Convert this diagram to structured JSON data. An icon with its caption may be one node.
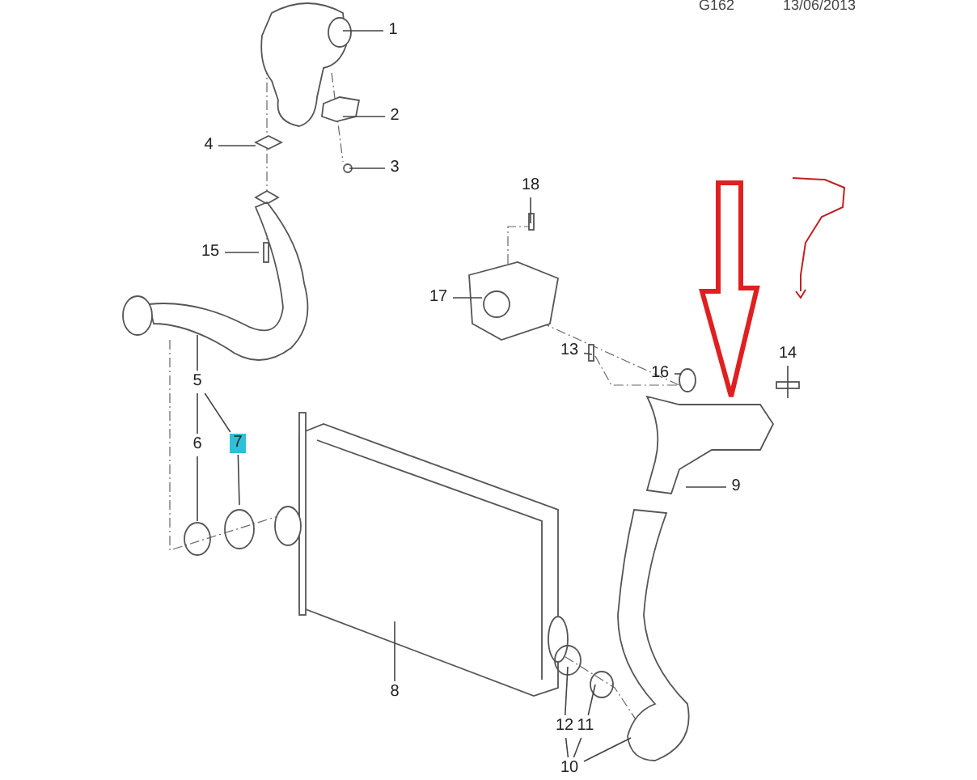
{
  "diagram": {
    "nodes": [
      {
        "text": [
          "1"
        ]
      },
      {
        "text": [
          "2"
        ]
      },
      {
        "text": [
          "4"
        ]
      },
      {
        "text": [
          "3"
        ]
      },
      {
        "text": [
          "18"
        ]
      },
      {
        "text": [
          "15"
        ]
      },
      {
        "text": [
          "17"
        ]
      },
      {
        "text": [
          "13"
        ]
      },
      {
        "text": [
          "14"
        ]
      },
      {
        "text": [
          "16"
        ]
      },
      {
        "text": [
          "5"
        ]
      },
      {
        "text": [
          "6"
        ]
      },
      {
        "text": [
          "7"
        ]
      },
      {
        "text": [
          "9"
        ]
      },
      {
        "text": [
          "8"
        ]
      },
      {
        "text": [
          "12"
        ]
      },
      {
        "text": [
          "11"
        ]
      },
      {
        "text": [
          "10"
        ]
      }
    ],
    "edges": [
      {
        "from": 0,
        "to": null,
        "arrow": "none"
      },
      {
        "from": 1,
        "to": null,
        "arrow": "none"
      },
      {
        "from": 2,
        "to": null,
        "arrow": "none"
      },
      {
        "from": 3,
        "to": null,
        "arrow": "none"
      },
      {
        "from": 4,
        "to": null,
        "arrow": "none"
      },
      {
        "from": 5,
        "to": null,
        "arrow": "none"
      },
      {
        "from": 6,
        "to": null,
        "arrow": "none"
      },
      {
        "from": 7,
        "to": null,
        "arrow": "none"
      },
      {
        "from": 8,
        "to": null,
        "arrow": "none"
      },
      {
        "from": 9,
        "to": null,
        "arrow": "none"
      },
      {
        "from": 10,
        "to": null,
        "arrow": "none"
      },
      {
        "from": 10,
        "to": 11,
        "arrow": "none"
      },
      {
        "from": 10,
        "to": 12,
        "arrow": "none"
      },
      {
        "from": 11,
        "to": null,
        "arrow": "none"
      },
      {
        "from": 12,
        "to": null,
        "arrow": "none"
      },
      {
        "from": 13,
        "to": null,
        "arrow": "none"
      },
      {
        "from": 14,
        "to": null,
        "arrow": "none"
      },
      {
        "from": 15,
        "to": null,
        "arrow": "none"
      },
      {
        "from": 16,
        "to": null,
        "arrow": "none"
      },
      {
        "from": 17,
        "to": 15,
        "arrow": "none"
      },
      {
        "from": 17,
        "to": 16,
        "arrow": "none"
      },
      {
        "from": 17,
        "to": null,
        "arrow": "none"
      }
    ],
    "labels": [
      "G162",
      "13/06/2013"
    ]
  }
}
